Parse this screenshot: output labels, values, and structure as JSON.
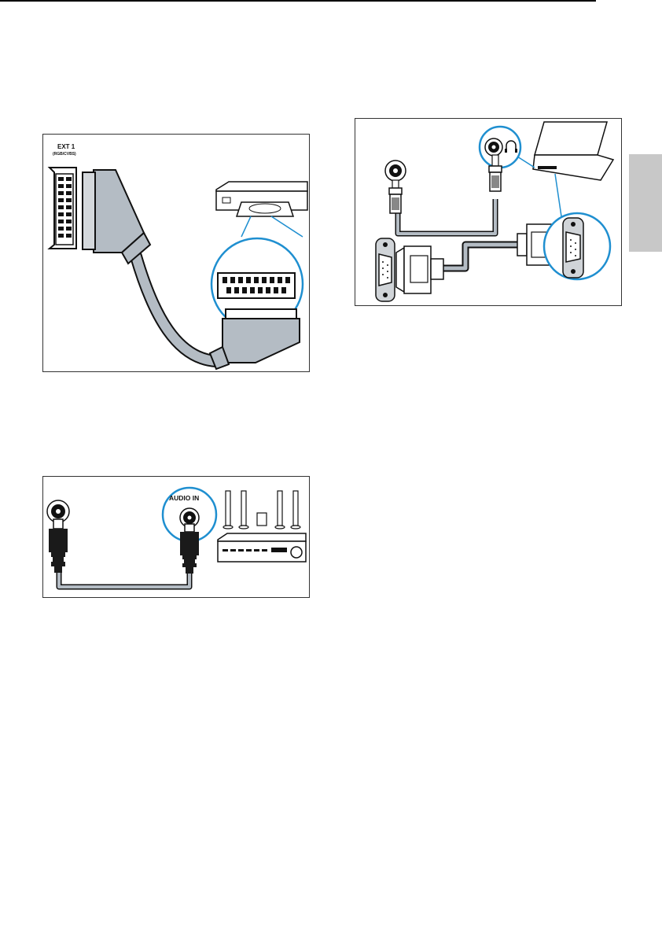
{
  "figures": {
    "scart": {
      "port_label": "EXT 1",
      "port_sublabel": "(RGB/CVBS)"
    },
    "audio": {
      "port_label": "AUDIO IN"
    },
    "pc": {}
  },
  "colors": {
    "highlight": "#1f8fd0",
    "cable": "#b4bcc4",
    "connector": "#1a1a1a",
    "side_tab": "#c8c8c8"
  }
}
